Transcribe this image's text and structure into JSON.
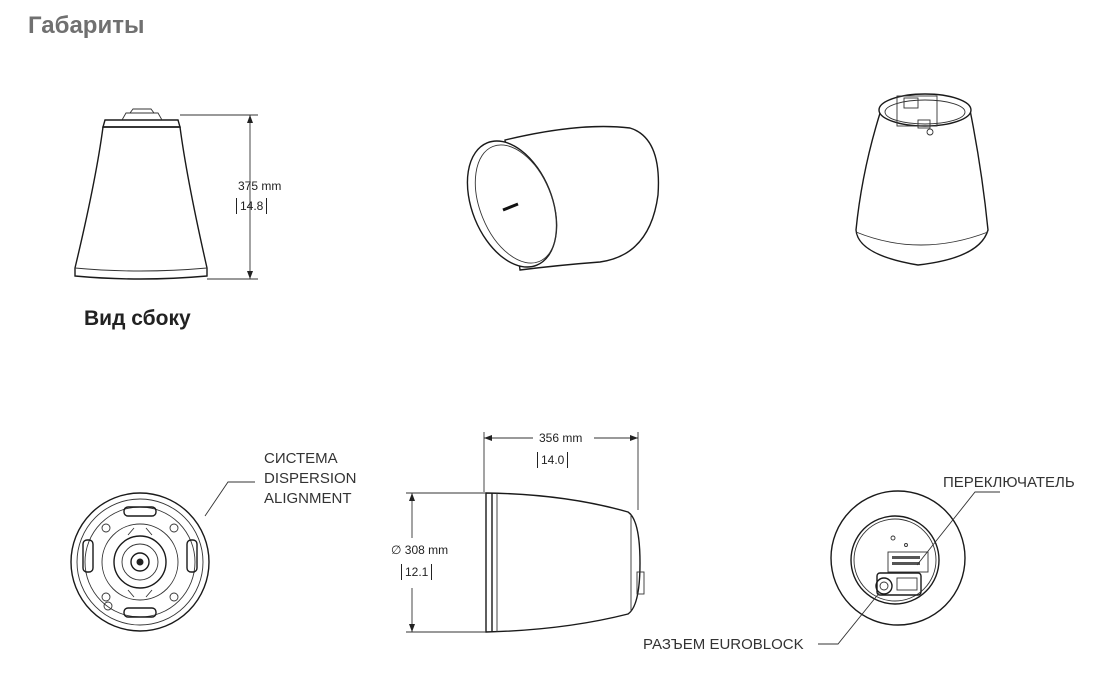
{
  "header": {
    "title": "Габариты"
  },
  "views": {
    "side": {
      "caption": "Вид сбоку",
      "height_mm": "375   mm",
      "height_in": "14.8"
    },
    "section": {
      "length_mm": "356   mm",
      "length_in": "14.0",
      "diameter_mm": "∅ 308   mm",
      "diameter_in": "12.1"
    }
  },
  "callouts": {
    "dispersion": [
      "СИСТЕМА",
      "DISPERSION",
      "ALIGNMENT"
    ],
    "switch": "ПЕРЕКЛЮЧАТЕЛЬ",
    "euroblock": "РАЗЪЕМ EUROBLOCK"
  }
}
